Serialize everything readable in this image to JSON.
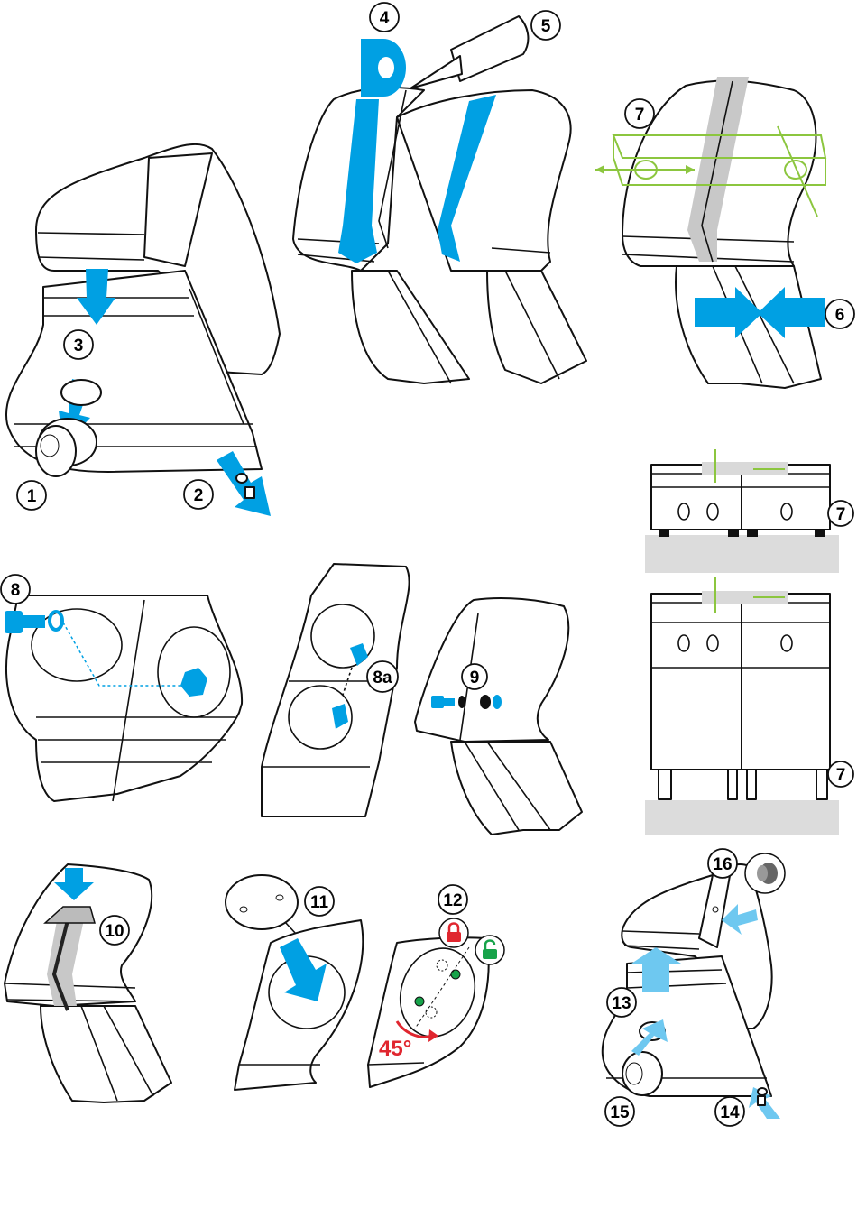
{
  "callouts": {
    "s1": "1",
    "s2": "2",
    "s3": "3",
    "s4": "4",
    "s5": "5",
    "s6": "6",
    "s7a": "7",
    "s7b": "7",
    "s7c": "7",
    "s8": "8",
    "s8a": "8a",
    "s9": "9",
    "s10": "10",
    "s11": "11",
    "s12": "12",
    "s13": "13",
    "s14": "14",
    "s15": "15",
    "s16": "16"
  },
  "rotation_label": "45°",
  "colors": {
    "arrow_blue": "#00a0e3",
    "arrow_light_blue": "#6ec8f0",
    "level_green": "#8cc63f",
    "lock_red": "#e0262f",
    "unlock_green": "#17a34a",
    "sealant_gray": "#c8c8c8",
    "floor_gray": "#dcdcdc"
  },
  "icons": [
    "lock-icon",
    "unlock-icon",
    "spirit-level-icon",
    "bolt-icon",
    "nut-icon",
    "washer-icon",
    "rotate-icon"
  ]
}
